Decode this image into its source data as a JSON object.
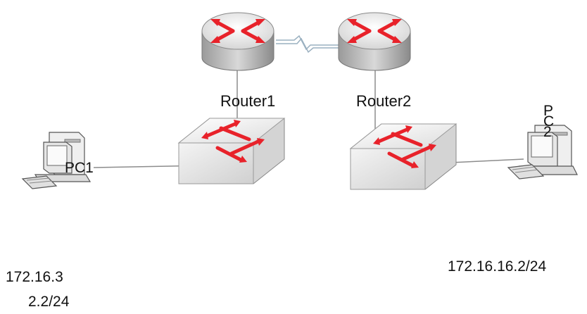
{
  "diagram": {
    "nodes": [
      {
        "id": "router1",
        "type": "router",
        "label": "Router1"
      },
      {
        "id": "router2",
        "type": "router",
        "label": "Router2"
      },
      {
        "id": "switch1",
        "type": "switch",
        "label": ""
      },
      {
        "id": "switch2",
        "type": "switch",
        "label": ""
      },
      {
        "id": "pc1",
        "type": "pc",
        "label": "PC1"
      },
      {
        "id": "pc2",
        "type": "pc",
        "label": "PC2"
      }
    ],
    "links": [
      {
        "from": "router1",
        "to": "router2",
        "kind": "serial"
      },
      {
        "from": "router1",
        "to": "switch1",
        "kind": "ethernet"
      },
      {
        "from": "router2",
        "to": "switch2",
        "kind": "ethernet"
      },
      {
        "from": "pc1",
        "to": "switch1",
        "kind": "ethernet"
      },
      {
        "from": "switch2",
        "to": "pc2",
        "kind": "ethernet"
      }
    ],
    "ip_left_part1": "172.16.3",
    "ip_left_part2": "2.2/24",
    "ip_right": "172.16.16.2/24"
  },
  "colors": {
    "device_body": "#c8c8c8",
    "device_top": "#e8e8e8",
    "arrow": "#e8222a",
    "line": "#888888"
  }
}
